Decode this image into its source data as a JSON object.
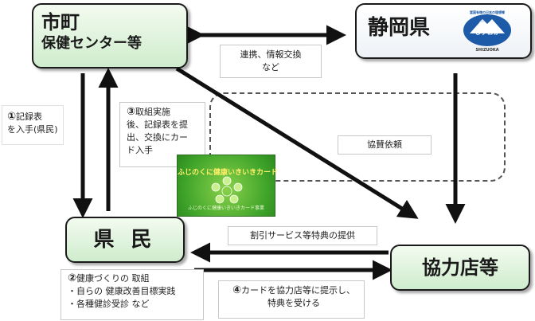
{
  "nodes": {
    "city": {
      "line1": "市町",
      "line2": "保健センター等"
    },
    "prefecture": {
      "label": "静岡県",
      "logo_text_top": "富国有徳の日本の理想郷",
      "logo_text_main": "しずおか",
      "logo_text_bottom": "SHIZUOKA"
    },
    "residents": {
      "label": "県 民"
    },
    "stores": {
      "label": "協力店等"
    }
  },
  "notes": {
    "cooperation": {
      "line1": "連携、情報交換",
      "line2": "など"
    },
    "record_sheet": {
      "num": "①",
      "line1": "記録表",
      "line2": "を入手(県民)"
    },
    "exchange": {
      "num": "③",
      "line1": "取組実施",
      "line2": "後、記録表を提",
      "line3": "出、交換にカー",
      "line4": "ド入手"
    },
    "sponsorship": {
      "label": "協賛依頼"
    },
    "discount": {
      "label": "割引サービス等特典の提供"
    },
    "health_efforts": {
      "num": "②",
      "line1": "健康づくりの 取組",
      "line2": "・自らの 健康改善目標実践",
      "line3": "・各種健診受診  など"
    },
    "present_card": {
      "num": "④",
      "line1": "カードを協力店等に提示し、",
      "line2": "特典を受ける"
    }
  },
  "card": {
    "title": "ふじのくに健康いきいきカード",
    "footer": "ふじのくに健康いきいきカード事業"
  },
  "colors": {
    "node_fill": "#cfeccd",
    "arrow": "#111111",
    "card_green": "#3fa42a"
  }
}
